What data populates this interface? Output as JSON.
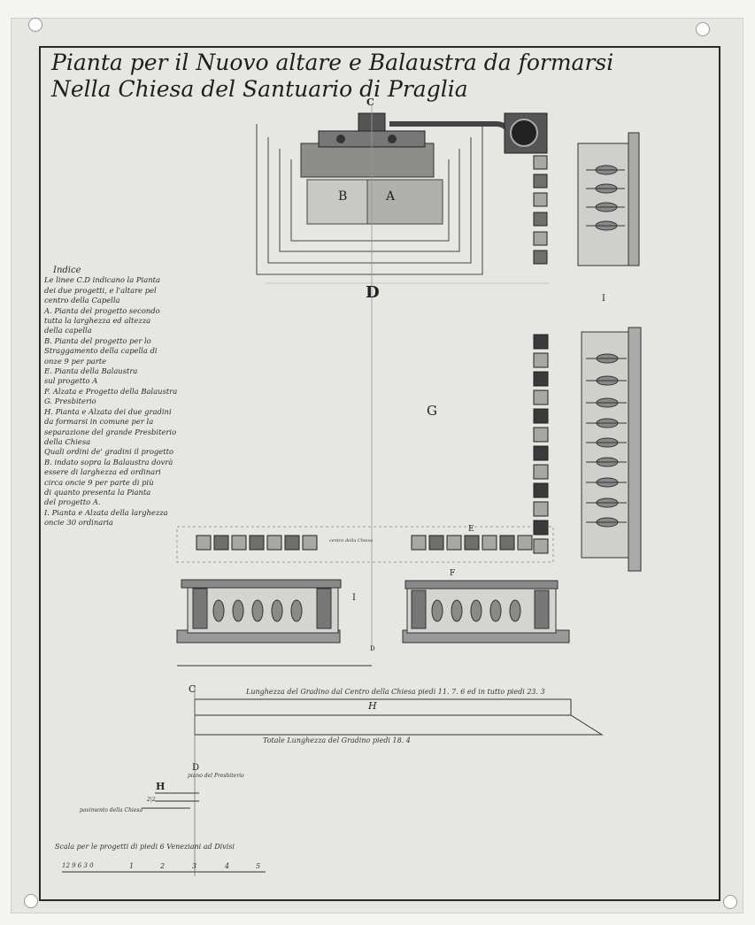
{
  "title": {
    "line1": "Pianta per il Nuovo altare e Balaustra da formarsi",
    "line2": "Nella Chiesa del Santuario di Praglia"
  },
  "legend": {
    "heading": "Indice",
    "entries": [
      "Le linee C.D indicano la Pianta\ndei due progetti, e l'altare pel\ncentro della Capella",
      "A. Pianta del progetto secondo\ntutta la larghezza ed altezza\ndella capella",
      "B. Pianta del progetto per lo\nStraggamento della capella di\nonze 9 per parte",
      "E. Pianta della Balaustra\nsul progetto A",
      "F. Alzata e Progetto della Balaustra",
      "G. Presbiterio",
      "H. Pianta e Alzata dei due gradini\nda formarsi in comune per la\nseparazione del grande Presbiterio\ndella Chiesa",
      "Quali ordini de' gradini il progetto\nB. indato sopra la Balaustra dovrà\nessere di larghezza ed ordinari\ncirca oncie 9 per parte di più\ndi quanto presenta la Pianta\ndel progetto A.",
      "I. Pianta e Alzata della larghezza\noncie 30 ordinaria"
    ]
  },
  "plan_labels": {
    "A": "A",
    "B": "B",
    "C": "C",
    "D": "D",
    "G": "G",
    "E": "E",
    "F": "F",
    "I": "I",
    "H": "H"
  },
  "notes": {
    "center_small": "centro della Chiesa",
    "length_top": "Lunghezza del Gradino dal Centro della Chiesa piedi 11. 7. 6 ed in tutto piedi 23. 3",
    "length_total": "Totale Lunghezza del Gradino piedi 18. 4",
    "floor_presbytery": "piano del Presbiterio",
    "floor_church": "pavimento della Chiesa",
    "step_marks": "2|2",
    "scale_title": "Scala per le progetti di piedi 6 Veneziani ad Divisi",
    "scale_ticks": [
      "12 9 6 3 0",
      "1",
      "2",
      "3",
      "4",
      "5"
    ]
  },
  "colors": {
    "ink": "#2a2a2a",
    "wash_dark": "#6e6e6c",
    "wash_mid": "#a7a7a4",
    "wash_light": "#c9c9c6",
    "paper": "#e6e6e3"
  }
}
